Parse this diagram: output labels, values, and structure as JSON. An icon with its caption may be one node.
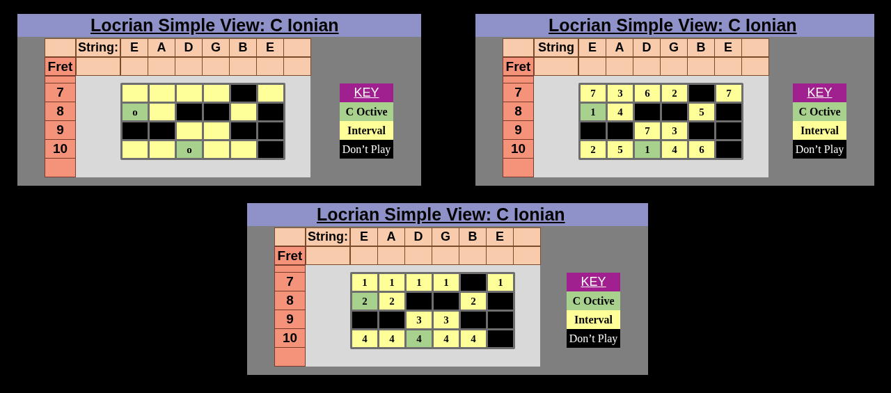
{
  "diagram": {
    "nodes": [
      {
        "text": [
          "Locrian Simple View: C Ionian"
        ]
      },
      {
        "text": [
          "Locrian Simple View: C Ionian"
        ]
      },
      {
        "text": [
          "Locrian Simple View: C Ionian"
        ]
      }
    ],
    "labels": [
      "String:",
      "E",
      "A",
      "D",
      "G",
      "B",
      "E",
      "Fret",
      "7",
      "8",
      "o",
      "9",
      "10",
      "o",
      "KEY",
      "String",
      "E",
      "A",
      "D",
      "G",
      "B",
      "E",
      "Fret",
      "7",
      "7",
      "3",
      "6",
      "2",
      "7",
      "8",
      "1",
      "4",
      "5",
      "9",
      "7",
      "3",
      "10",
      "2",
      "5",
      "1",
      "4",
      "6",
      "KEY",
      "String:",
      "E",
      "A",
      "D",
      "G",
      "B",
      "E",
      "Fret",
      "7",
      "1",
      "1",
      "1",
      "1",
      "1",
      "8",
      "2",
      "2",
      "2",
      "9",
      "3",
      "3",
      "10",
      "4",
      "4",
      "4",
      "4",
      "4",
      "KEY"
    ],
    "legend": [
      {
        "text": "C Octive",
        "color": "#a9d18e"
      },
      {
        "text": "Interval",
        "color": "#ffff99"
      },
      {
        "text": "Don’t Play",
        "color": "#000000"
      },
      {
        "text": "C Octive",
        "color": "#a9d18e"
      },
      {
        "text": "Interval",
        "color": "#ffff99"
      },
      {
        "text": "Don’t Play",
        "color": "#000000"
      },
      {
        "text": "C Octive",
        "color": "#a9d18e"
      },
      {
        "text": "Interval",
        "color": "#ffff99"
      },
      {
        "text": "Don’t Play",
        "color": "#000000"
      }
    ]
  }
}
